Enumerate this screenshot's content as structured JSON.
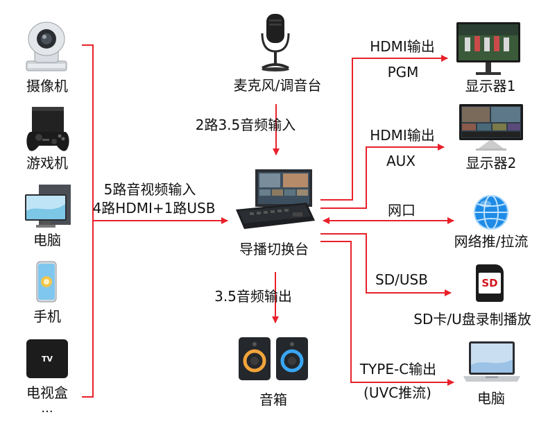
{
  "inputs": [
    {
      "label": "摄像机",
      "icon": "ptz-camera-icon"
    },
    {
      "label": "游戏机",
      "icon": "game-console-icon"
    },
    {
      "label": "电脑",
      "icon": "monitor-pc-icon"
    },
    {
      "label": "手机",
      "icon": "smartphone-icon"
    },
    {
      "label": "电视盒",
      "icon": "tv-box-icon",
      "badge": "TV"
    }
  ],
  "inputs_more": "...",
  "input_link": {
    "line1": "5路音视频输入",
    "line2": "4路HDMI+1路USB"
  },
  "mic": {
    "label": "麦克风/调音台",
    "link": "2路3.5音频输入"
  },
  "switcher": {
    "label": "导播切换台"
  },
  "speaker": {
    "label": "音箱",
    "link": "3.5音频输出"
  },
  "outputs": [
    {
      "top": "HDMI输出",
      "bottom": "PGM",
      "device": "显示器1"
    },
    {
      "top": "HDMI输出",
      "bottom": "AUX",
      "device": "显示器2"
    },
    {
      "top": "网口",
      "bottom": "",
      "device": "网络推/拉流"
    },
    {
      "top": "SD/USB",
      "bottom": "",
      "device": "SD卡/U盘录制播放",
      "badge": "SD"
    },
    {
      "top": "TYPE-C输出",
      "bottom": "(UVC推流)",
      "device": "电脑"
    }
  ],
  "colors": {
    "arrow": "#e8202a",
    "text": "#111111",
    "sd_red": "#d0161d",
    "globe_blue": "#1e8be6"
  }
}
